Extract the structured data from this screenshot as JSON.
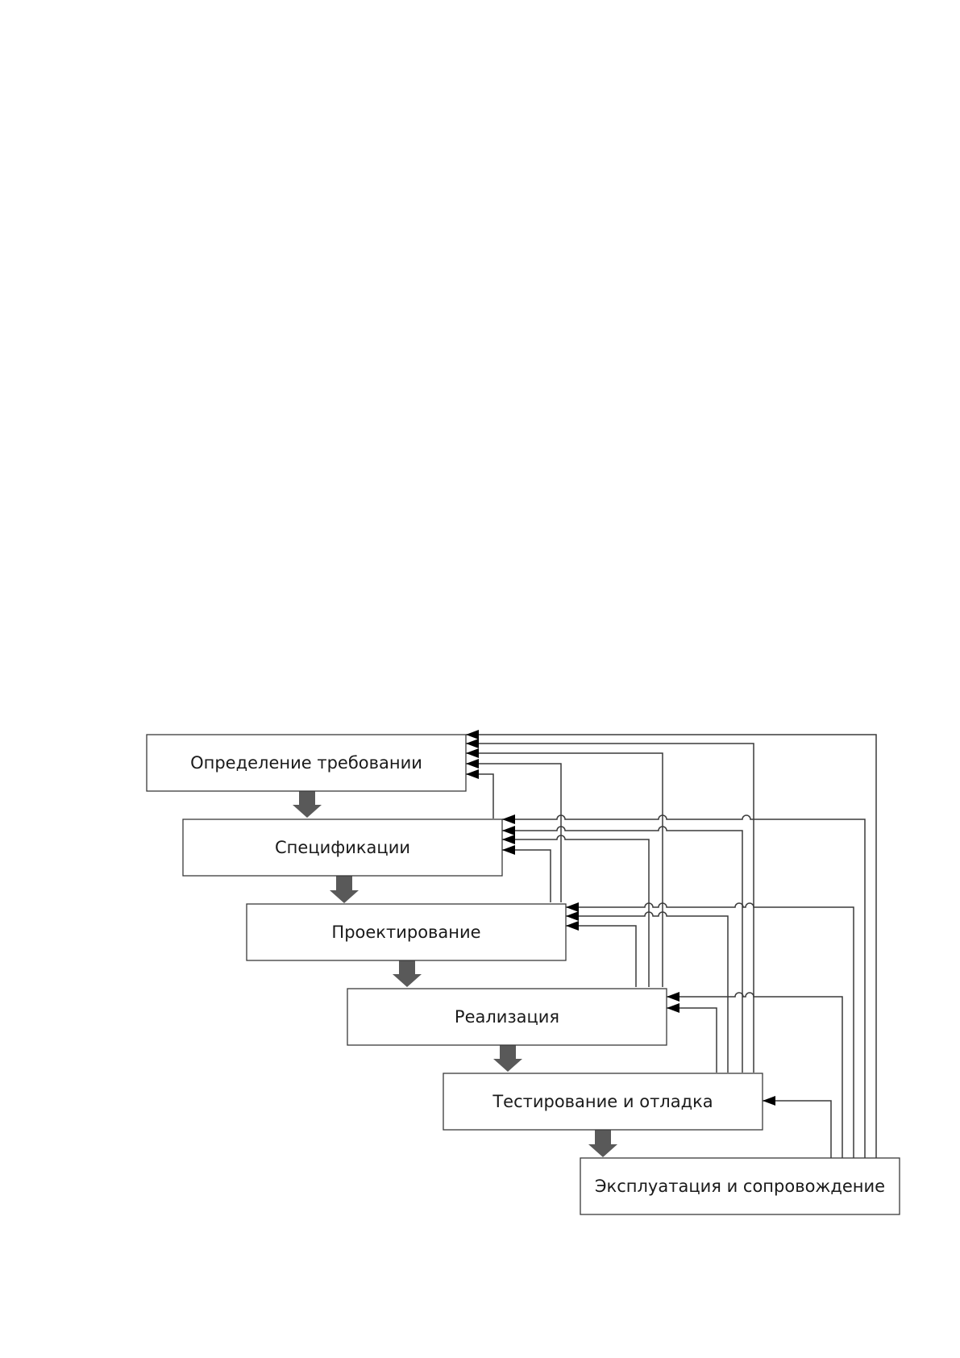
{
  "stages": [
    {
      "id": "requirements",
      "label": "Определение требовании"
    },
    {
      "id": "specifications",
      "label": "Спецификации"
    },
    {
      "id": "design",
      "label": "Проектирование"
    },
    {
      "id": "implementation",
      "label": "Реализация"
    },
    {
      "id": "testing",
      "label": "Тестирование и отладка"
    },
    {
      "id": "maintenance",
      "label": "Эксплуатация и сопровождение"
    }
  ],
  "flow": [
    {
      "from": "requirements",
      "to": "specifications"
    },
    {
      "from": "specifications",
      "to": "design"
    },
    {
      "from": "design",
      "to": "implementation"
    },
    {
      "from": "implementation",
      "to": "testing"
    },
    {
      "from": "testing",
      "to": "maintenance"
    }
  ],
  "feedback": [
    {
      "from": "maintenance",
      "to": "requirements"
    },
    {
      "from": "testing",
      "to": "requirements"
    },
    {
      "from": "implementation",
      "to": "requirements"
    },
    {
      "from": "design",
      "to": "requirements"
    },
    {
      "from": "specifications",
      "to": "requirements"
    },
    {
      "from": "maintenance",
      "to": "specifications"
    },
    {
      "from": "testing",
      "to": "specifications"
    },
    {
      "from": "implementation",
      "to": "specifications"
    },
    {
      "from": "design",
      "to": "specifications"
    },
    {
      "from": "maintenance",
      "to": "design"
    },
    {
      "from": "testing",
      "to": "design"
    },
    {
      "from": "implementation",
      "to": "design"
    },
    {
      "from": "maintenance",
      "to": "implementation"
    },
    {
      "from": "testing",
      "to": "implementation"
    },
    {
      "from": "maintenance",
      "to": "testing"
    }
  ]
}
